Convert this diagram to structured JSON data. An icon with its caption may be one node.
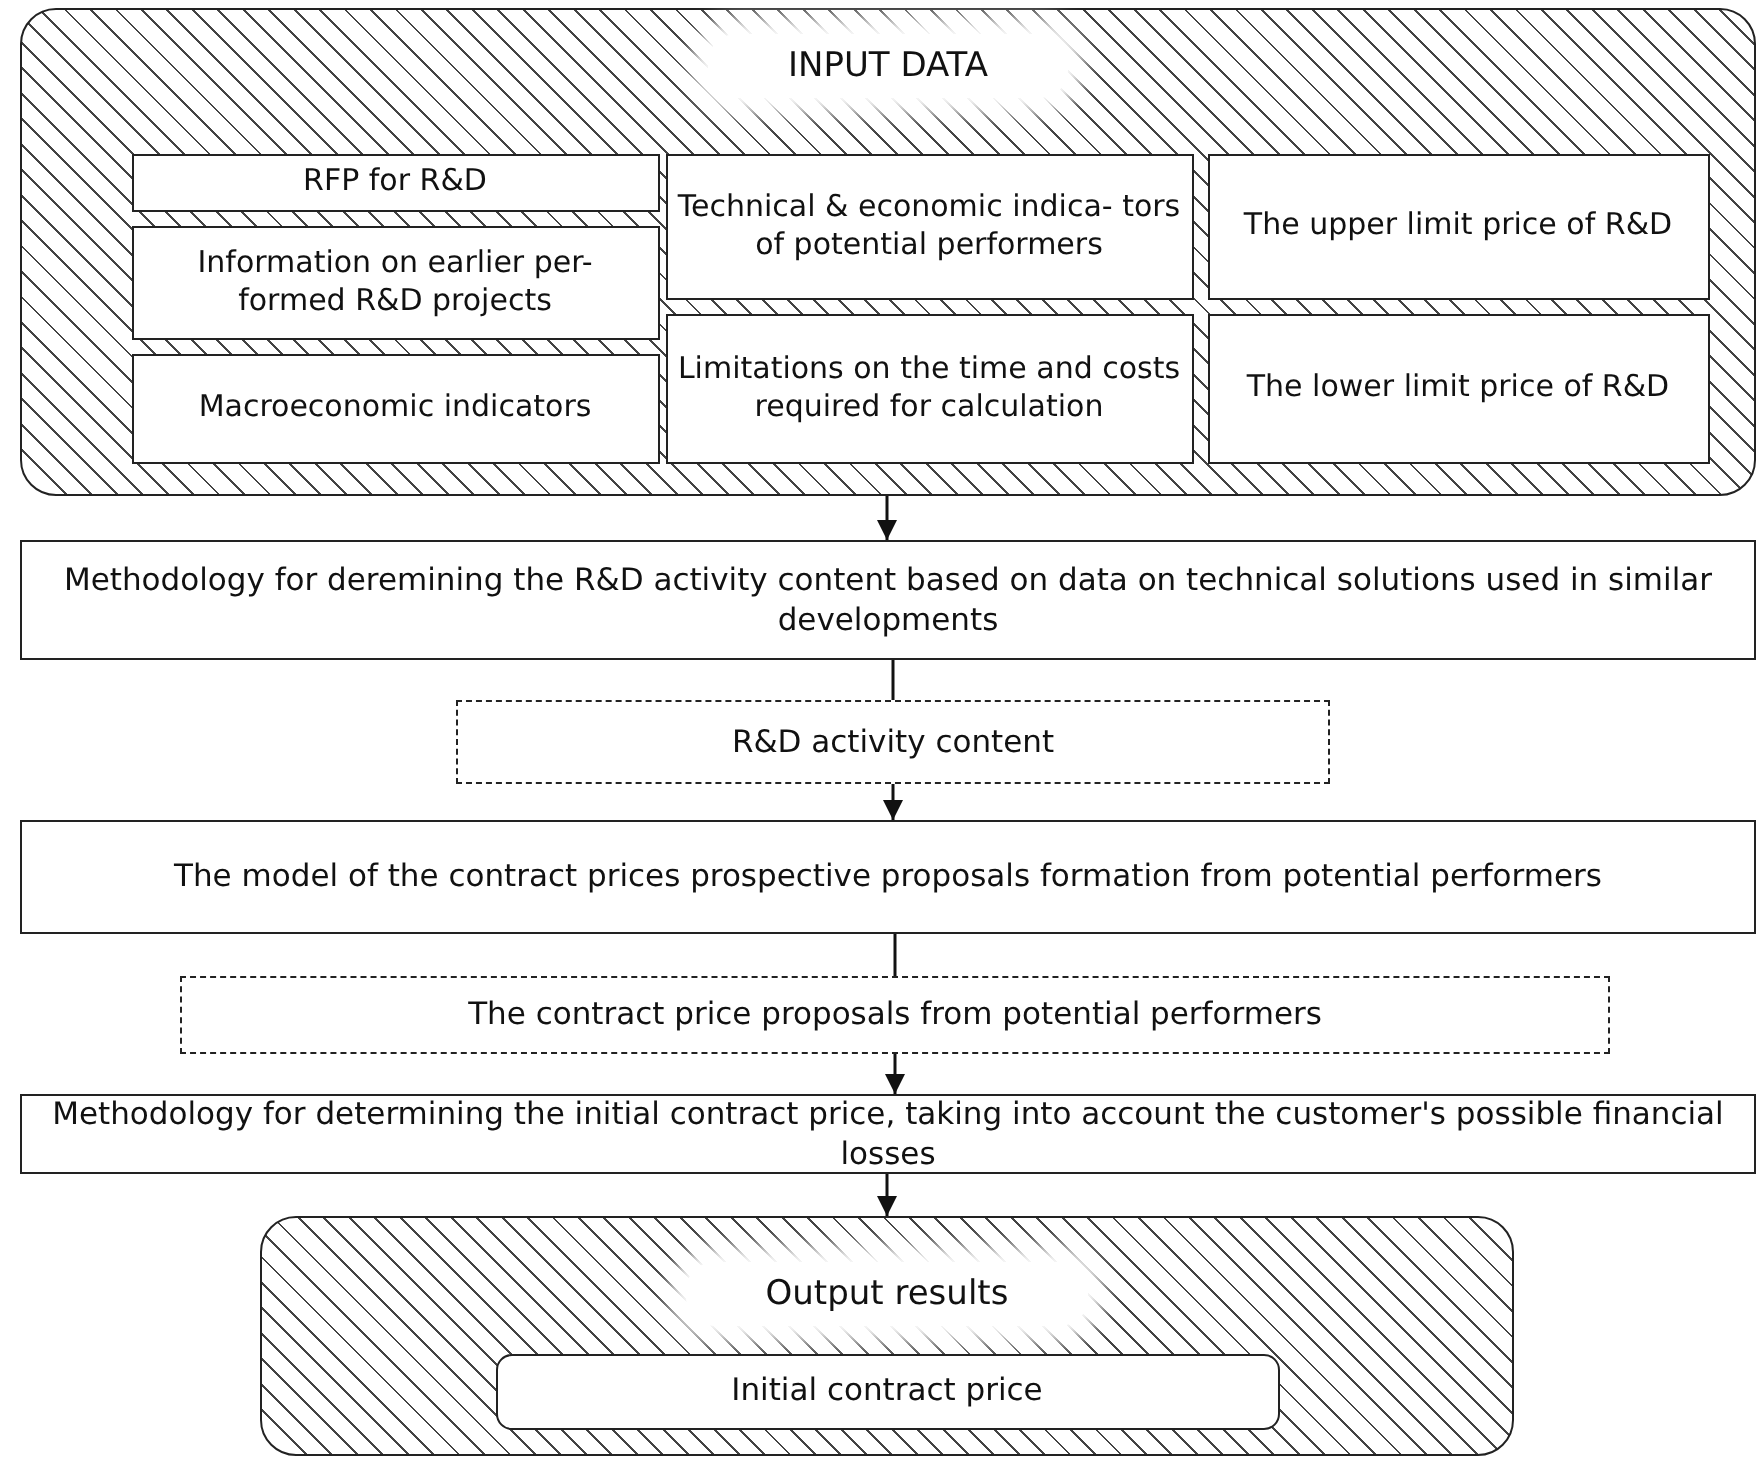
{
  "diagram": {
    "nodes": [
      {
        "text": [
          "INPUT DATA"
        ]
      },
      {
        "text": [
          "RFP for R&D"
        ],
        "in": 0
      },
      {
        "text": [
          "Information on earlier per- formed R&D projects"
        ],
        "in": 0
      },
      {
        "text": [
          "Macroeconomic indicators"
        ],
        "in": 0
      },
      {
        "text": [
          "Technical & economic indica- tors of potential performers"
        ],
        "in": 0
      },
      {
        "text": [
          "Limitations on the time and costs required for calculation"
        ],
        "in": 0
      },
      {
        "text": [
          "The upper limit price of R&D"
        ],
        "in": 0
      },
      {
        "text": [
          "The lower limit price of R&D"
        ],
        "in": 0
      },
      {
        "text": [
          "Methodology for deremining the R&D activity content based on data on technical solutions used in similar developments"
        ]
      },
      {
        "text": [
          "R&D activity content"
        ]
      },
      {
        "text": [
          "The model of the contract prices prospective proposals formation from potential performers"
        ]
      },
      {
        "text": [
          "The contract price proposals from potential performers"
        ]
      },
      {
        "text": [
          "Methodology for determining the initial contract price, taking into account the customer's possible financial losses"
        ]
      },
      {
        "text": [
          "Output results"
        ]
      },
      {
        "text": [
          "Initial contract price"
        ],
        "in": 13
      }
    ],
    "edges": [
      {
        "from": 0,
        "to": 8,
        "arrow": "to"
      },
      {
        "from": 8,
        "to": 9,
        "arrow": "none"
      },
      {
        "from": 9,
        "to": 10,
        "arrow": "to"
      },
      {
        "from": 10,
        "to": 11,
        "arrow": "none"
      },
      {
        "from": 11,
        "to": 12,
        "arrow": "to"
      },
      {
        "from": 12,
        "to": 13,
        "arrow": "to"
      }
    ]
  }
}
